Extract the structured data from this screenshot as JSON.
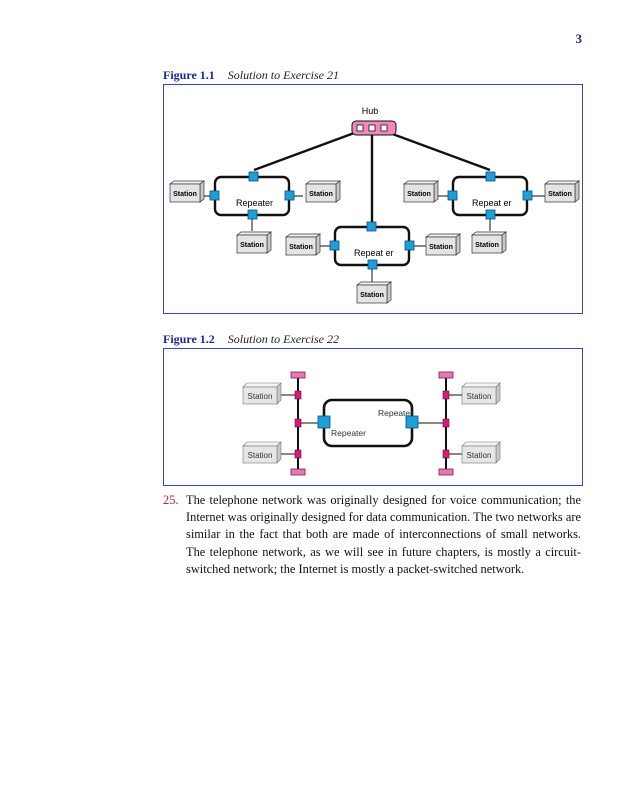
{
  "page_number": "3",
  "figure1": {
    "label": "Figure 1.1",
    "title": "Solution to Exercise 21",
    "hub_label": "Hub",
    "repeater_left": "Repeater",
    "repeater_middle": "Repeat er",
    "repeater_right": "Repeat er",
    "station_label": "Station"
  },
  "figure2": {
    "label": "Figure 1.2",
    "title": "Solution to Exercise 22",
    "station_label": "Station",
    "repeater_top": "Repeater",
    "repeater_bottom": "Repeater"
  },
  "paragraph": {
    "number": "25.",
    "text": "The telephone network was originally designed for voice communication; the Internet was originally designed for data communication. The two networks are similar in the fact that both are made of interconnections of small networks. The telephone network, as we will see in future chapters, is mostly a circuit-switched network; the Internet is mostly a packet-switched network."
  },
  "colors": {
    "accent": "#1a2a9c",
    "port": "#1e9fd6",
    "hub": "#f08ab8",
    "segment_tap": "#d81b7a"
  }
}
